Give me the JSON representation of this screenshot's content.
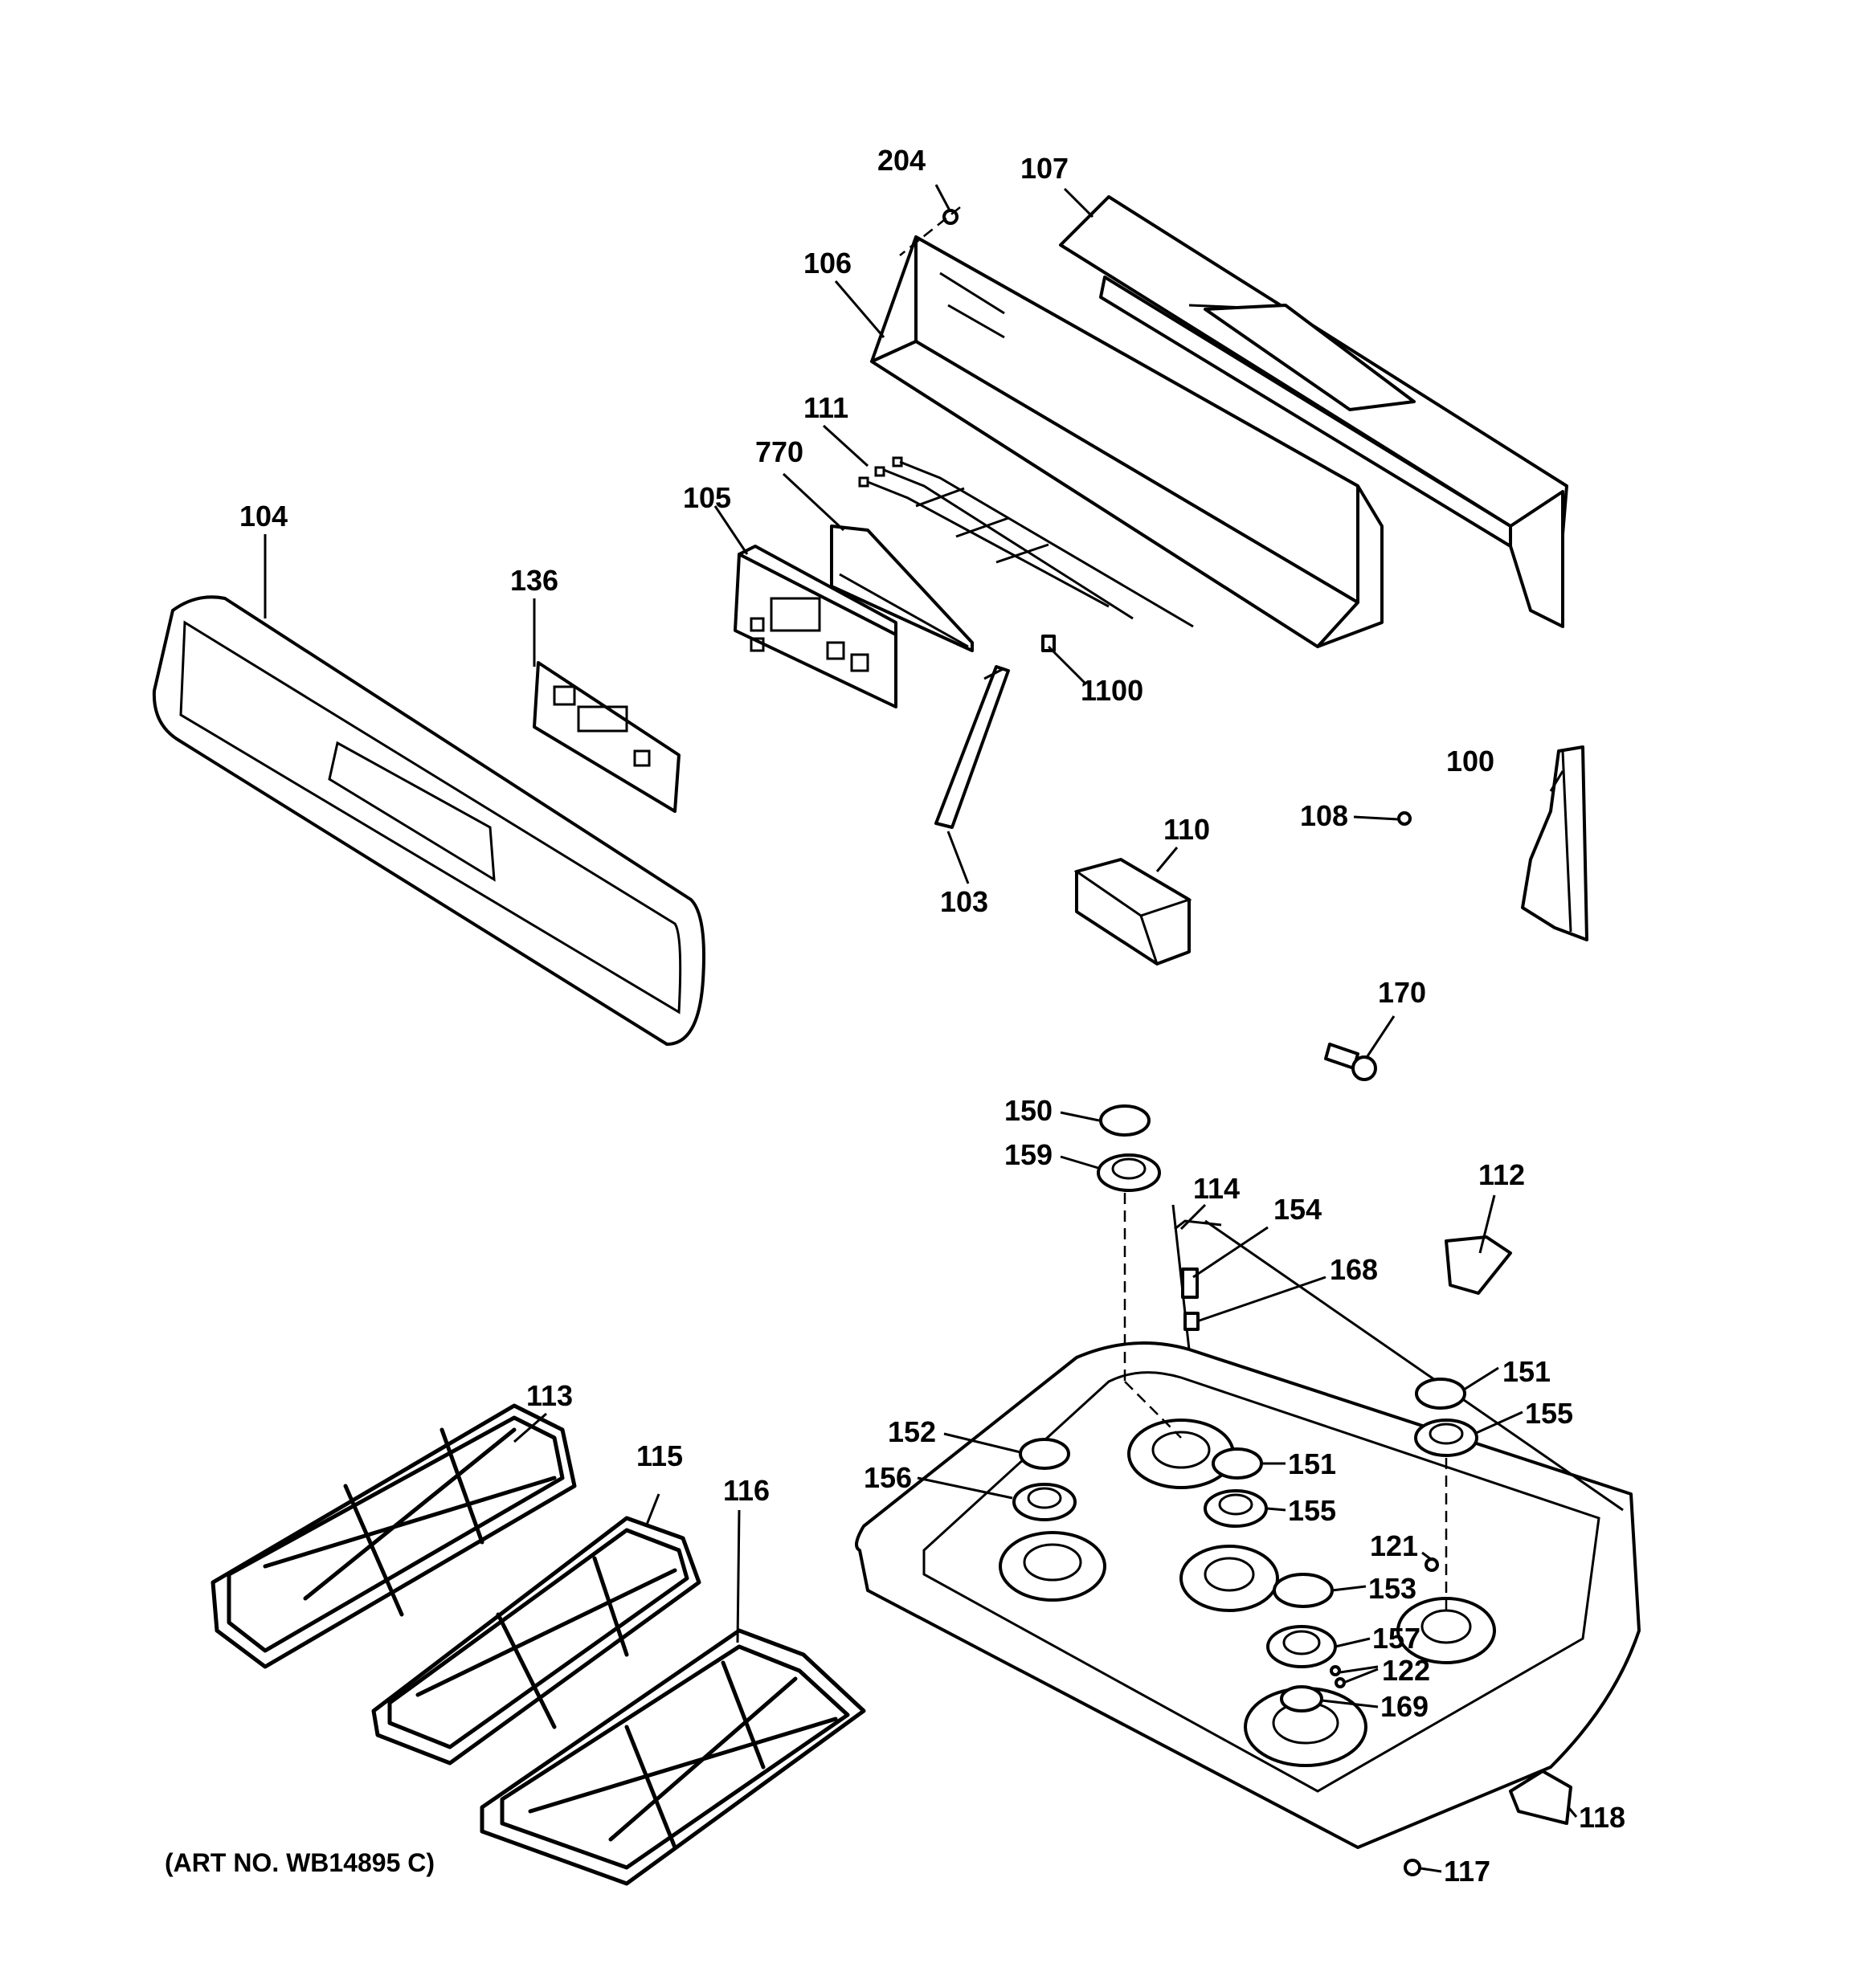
{
  "diagram": {
    "art_number": "(ART NO. WB14895 C)",
    "part_labels": {
      "p100": "100",
      "p103": "103",
      "p104": "104",
      "p105": "105",
      "p106": "106",
      "p107": "107",
      "p108": "108",
      "p110": "110",
      "p111": "111",
      "p112": "112",
      "p113": "113",
      "p114": "114",
      "p115": "115",
      "p116": "116",
      "p117": "117",
      "p118": "118",
      "p121": "121",
      "p122": "122",
      "p136": "136",
      "p150": "150",
      "p151a": "151",
      "p151b": "151",
      "p152": "152",
      "p153": "153",
      "p154": "154",
      "p155a": "155",
      "p155b": "155",
      "p156": "156",
      "p157": "157",
      "p159": "159",
      "p168": "168",
      "p169": "169",
      "p170": "170",
      "p204": "204",
      "p770": "770",
      "p1100": "1100"
    }
  }
}
